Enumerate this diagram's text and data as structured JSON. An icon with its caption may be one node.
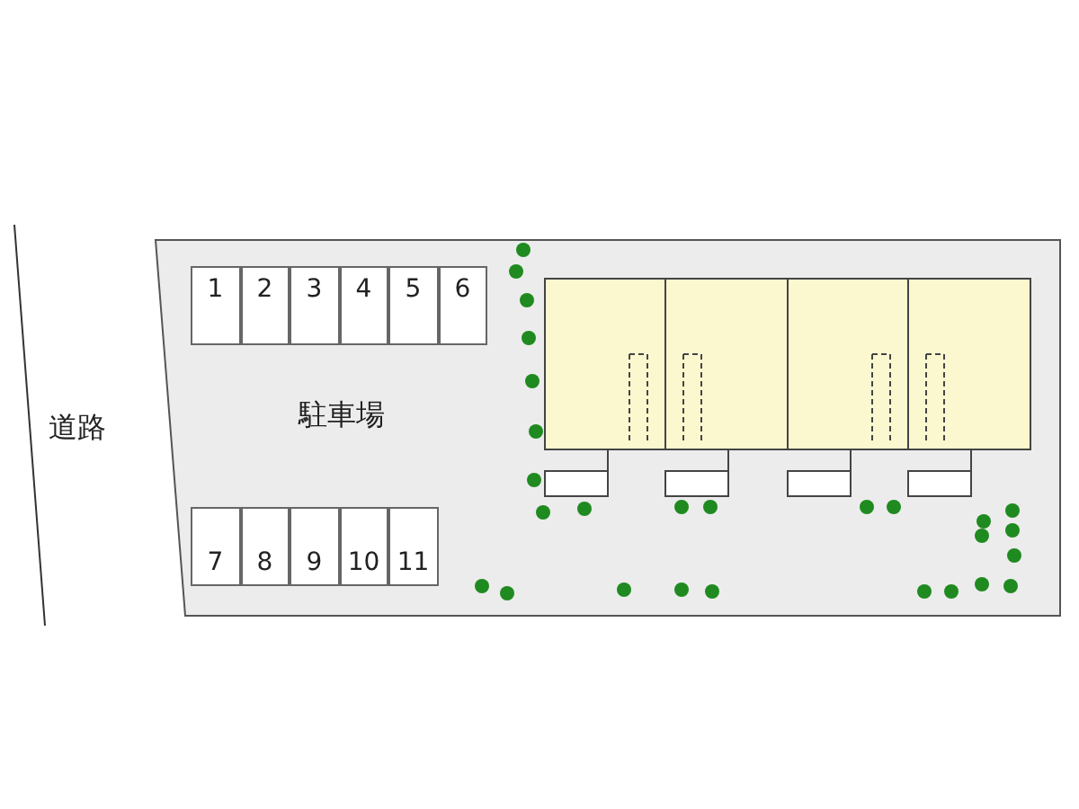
{
  "diagram": {
    "nodes": [
      {
        "text": [
          "駐車場"
        ]
      },
      {
        "text": [
          "1"
        ],
        "in": 0
      },
      {
        "text": [
          "2"
        ],
        "in": 0
      },
      {
        "text": [
          "3"
        ],
        "in": 0
      },
      {
        "text": [
          "4"
        ],
        "in": 0
      },
      {
        "text": [
          "5"
        ],
        "in": 0
      },
      {
        "text": [
          "6"
        ],
        "in": 0
      },
      {
        "text": [
          "7"
        ],
        "in": 0
      },
      {
        "text": [
          "8"
        ],
        "in": 0
      },
      {
        "text": [
          "9"
        ],
        "in": 0
      },
      {
        "text": [
          "10"
        ],
        "in": 0
      },
      {
        "text": [
          "11"
        ],
        "in": 0
      }
    ],
    "labels": [
      "道路"
    ]
  }
}
